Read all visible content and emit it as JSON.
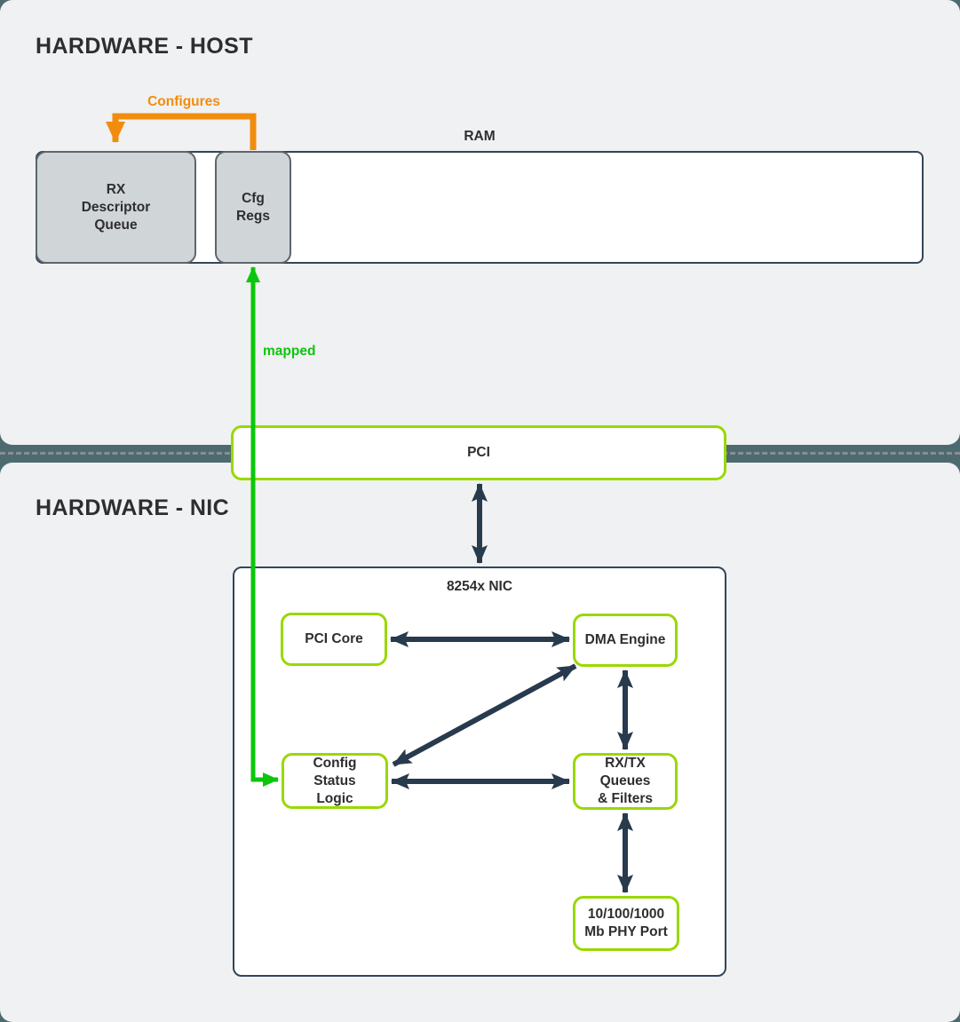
{
  "host": {
    "title": "HARDWARE - HOST",
    "ram_label": "RAM",
    "configures_label": "Configures",
    "boxes": {
      "rx_descriptor_queue": "RX\nDescriptor\nQueue",
      "cfg_regs": "Cfg\nRegs"
    }
  },
  "bus": {
    "pci_label": "PCI",
    "mapped_label": "mapped"
  },
  "nic": {
    "title": "HARDWARE - NIC",
    "chip_label": "8254x NIC",
    "boxes": {
      "pci_core": "PCI Core",
      "dma_engine": "DMA Engine",
      "config_status_logic": "Config\nStatus\nLogic",
      "rxtx_queues": "RX/TX\nQueues\n& Filters",
      "phy_port": "10/100/1000\nMb PHY Port"
    }
  },
  "colors": {
    "background_teal": "#4e6a71",
    "card_gray": "#f0f1f2",
    "box_white": "#ffffff",
    "dark_border": "#32465a",
    "memory_box_fill": "#d0d5d8",
    "memory_box_border": "#5b666e",
    "lime_border": "#99d801",
    "arrow_dark": "#283a4d",
    "arrow_orange": "#f28c0d",
    "arrow_green": "#0cc60c",
    "divider_dash_gray": "#878e92",
    "text_dark": "#2e2e30"
  }
}
